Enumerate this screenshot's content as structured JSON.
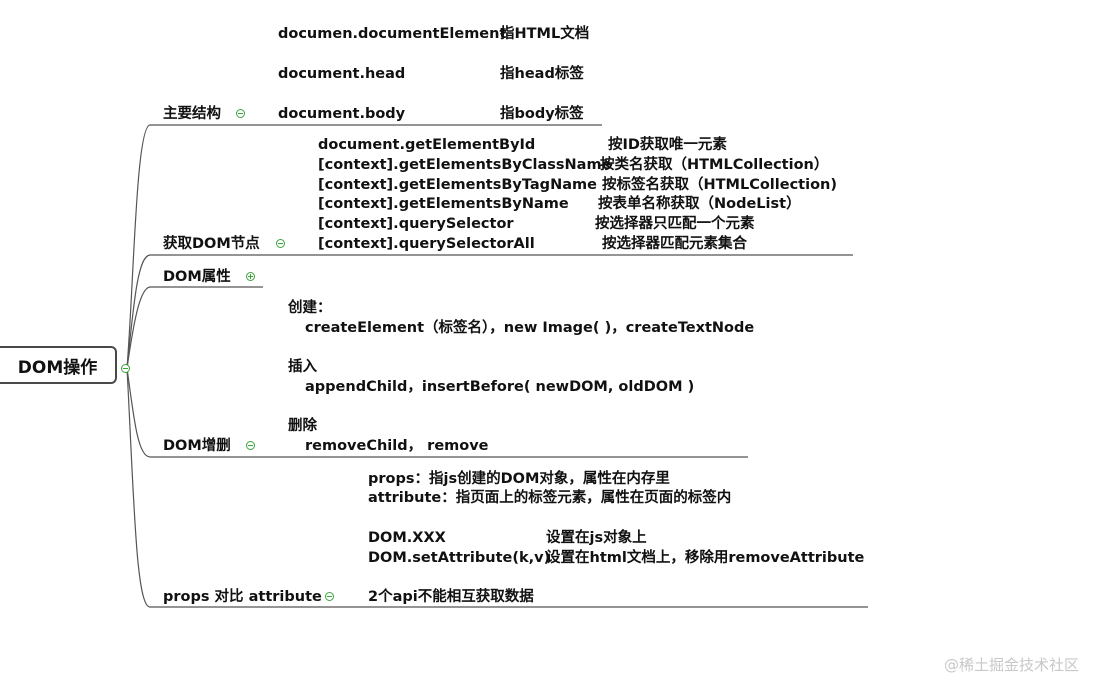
{
  "root": {
    "label": "DOM操作"
  },
  "branches": {
    "main": {
      "label": "主要结构",
      "rows": [
        {
          "code": "documen.documentElement",
          "desc": "指HTML文档"
        },
        {
          "code": "document.head",
          "desc": "指head标签"
        },
        {
          "code": "document.body",
          "desc": "指body标签"
        }
      ]
    },
    "get": {
      "label": "获取DOM节点",
      "rows": [
        {
          "code": "document.getElementById",
          "desc": "按ID获取唯一元素"
        },
        {
          "code": "[context].getElementsByClassName",
          "desc": "按类名获取（HTMLCollection）"
        },
        {
          "code": "[context].getElementsByTagName",
          "desc": "按标签名获取（HTMLCollection)"
        },
        {
          "code": "[context].getElementsByName",
          "desc": "按表单名称获取（NodeList）"
        },
        {
          "code": "[context].querySelector",
          "desc": "按选择器只匹配一个元素"
        },
        {
          "code": "[context].querySelectorAll",
          "desc": "按选择器匹配元素集合"
        }
      ]
    },
    "attr": {
      "label": "DOM属性"
    },
    "crud": {
      "label": "DOM增删",
      "create_title": "创建：",
      "create_body": "createElement（标签名），new Image( )，createTextNode",
      "insert_title": "插入",
      "insert_body": "appendChild，insertBefore( newDOM, oldDOM )",
      "delete_title": "删除",
      "delete_body": "removeChild， remove"
    },
    "props": {
      "label": "props 对比 attribute",
      "line1": "props：指js创建的DOM对象，属性在内存里",
      "line2": "attribute：指页面上的标签元素，属性在页面的标签内",
      "row3_code": "DOM.XXX",
      "row3_desc": "设置在js对象上",
      "row4_code": "DOM.setAttribute(k,v)",
      "row4_desc": "设置在html文档上，移除用removeAttribute",
      "line5": "2个api不能相互获取数据"
    }
  },
  "watermark": "@稀土掘金技术社区",
  "colors": {
    "line": "#555555",
    "toggle": "#3aa53a",
    "text": "#111111",
    "watermark": "#c8c8c8"
  }
}
